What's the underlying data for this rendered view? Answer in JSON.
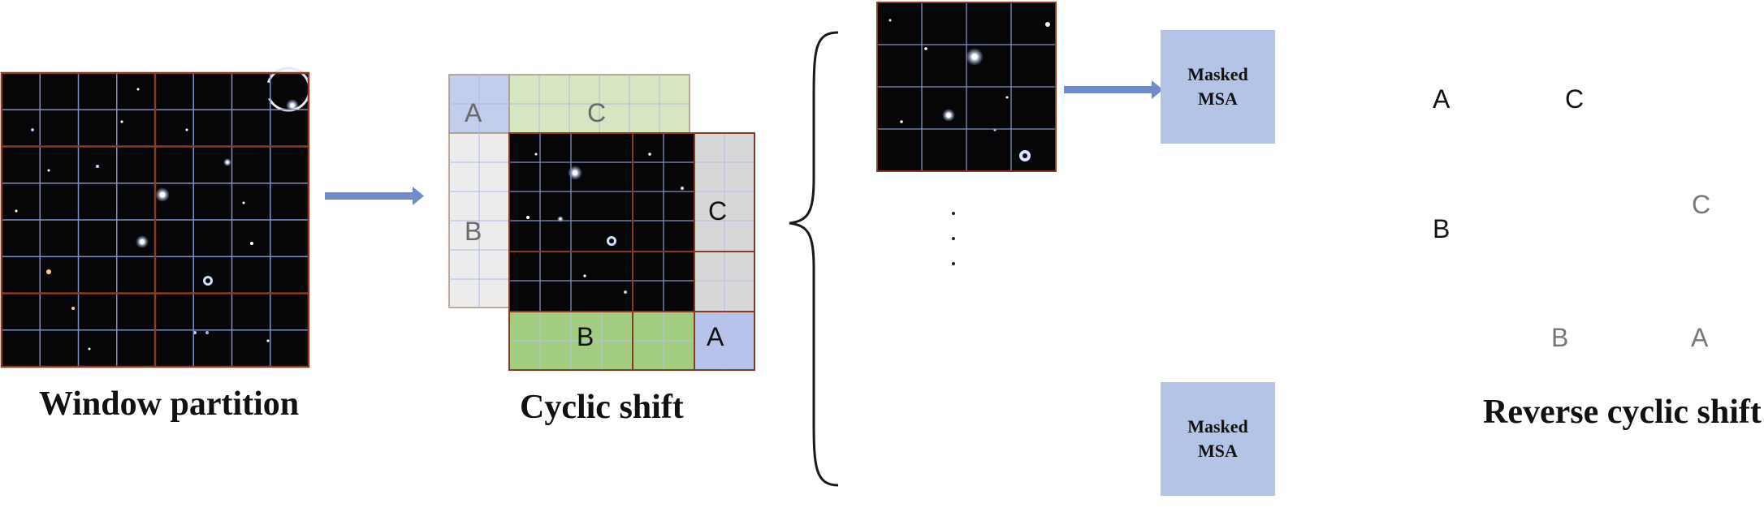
{
  "captions": {
    "window_partition": "Window partition",
    "cyclic_shift": "Cyclic shift",
    "reverse_cyclic_shift": "Reverse cyclic shift"
  },
  "msa": {
    "top": {
      "line1": "Masked",
      "line2": "MSA"
    },
    "bottom": {
      "line1": "Masked",
      "line2": "MSA"
    }
  },
  "labels": {
    "shift_A_top": "A",
    "shift_C_top": "C",
    "shift_B_left": "B",
    "shift_C_right": "C",
    "shift_B_bottom": "B",
    "shift_A_corner": "A",
    "rev_A_corner": "A",
    "rev_C_top": "C",
    "rev_B_left": "B",
    "rev_C_right": "C",
    "rev_B_bottom": "B",
    "rev_A_bottom": "A"
  },
  "colors": {
    "sky": "#060608",
    "grid_line": "#7f8fc2",
    "window_line": "#8a3a20",
    "region_A_light": "#c3cdec",
    "region_A_dark": "#8d99cf",
    "region_C_light": "#d5e6c0",
    "region_C_dark": "#9cca78",
    "region_B_light": "#ececec",
    "region_gray": "#d7d7d7",
    "region_green": "#a3cd80",
    "region_blue": "#b7c3ea",
    "arrow": "#6d8cc8",
    "msa_box": "#b4c4e6"
  }
}
